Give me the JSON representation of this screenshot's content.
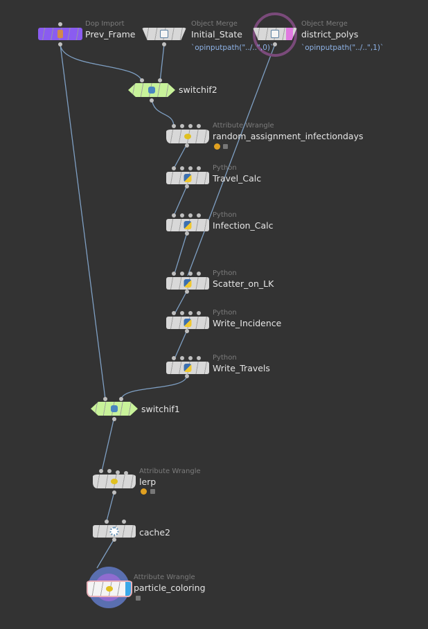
{
  "network": {
    "wire_color": "#7fa0c4",
    "background": "#333333",
    "nodes": [
      {
        "id": "prev_frame",
        "type": "Dop Import",
        "name": "Prev_Frame",
        "color": "#8a5cf0"
      },
      {
        "id": "initial_state",
        "type": "Object Merge",
        "name": "Initial_State",
        "expression": "`opinputpath(\"../..\",0)`"
      },
      {
        "id": "district_polys",
        "type": "Object Merge",
        "name": "district_polys",
        "expression": "`opinputpath(\"../..\",1)`",
        "highlight": "#8a4c8a"
      },
      {
        "id": "switchif2",
        "type": "",
        "name": "switchif2"
      },
      {
        "id": "random_assignment",
        "type": "Attribute Wrangle",
        "name": "random_assignment_infectiondays"
      },
      {
        "id": "travel_calc",
        "type": "Python",
        "name": "Travel_Calc"
      },
      {
        "id": "infection_calc",
        "type": "Python",
        "name": "Infection_Calc"
      },
      {
        "id": "scatter_on_lk",
        "type": "Python",
        "name": "Scatter_on_LK"
      },
      {
        "id": "write_incidence",
        "type": "Python",
        "name": "Write_Incidence"
      },
      {
        "id": "write_travels",
        "type": "Python",
        "name": "Write_Travels"
      },
      {
        "id": "switchif1",
        "type": "",
        "name": "switchif1"
      },
      {
        "id": "lerp",
        "type": "Attribute Wrangle",
        "name": "lerp"
      },
      {
        "id": "cache2",
        "type": "",
        "name": "cache2"
      },
      {
        "id": "particle_coloring",
        "type": "Attribute Wrangle",
        "name": "particle_coloring",
        "display_flag": "#4a90d9"
      }
    ]
  }
}
